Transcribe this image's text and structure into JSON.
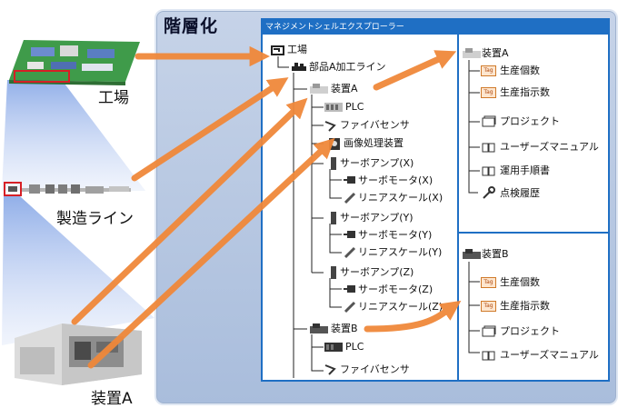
{
  "heading": "階層化",
  "explorer_title": "マネジメントシェルエクスプローラー",
  "left_labels": {
    "factory": "工場",
    "line": "製造ライン",
    "device": "装置A"
  },
  "tree": {
    "factory": "工場",
    "line": "部品A加工ライン",
    "deviceA": "装置A",
    "plc": "PLC",
    "fiber": "ファイバセンサ",
    "vision": "画像処理装置",
    "ampX": "サーボアンプ(X)",
    "motorX": "サーボモータ(X)",
    "scaleX": "リニアスケール(X)",
    "ampY": "サーボアンプ(Y)",
    "motorY": "サーボモータ(Y)",
    "scaleY": "リニアスケール(Y)",
    "ampZ": "サーボアンプ(Z)",
    "motorZ": "サーボモータ(Z)",
    "scaleZ": "リニアスケール(Z)",
    "deviceB": "装置B",
    "plcB": "PLC",
    "fiberB": "ファイバセンサ"
  },
  "detailA": {
    "title": "装置A",
    "items": [
      "生産個数",
      "生産指示数",
      "プロジェクト",
      "ユーザーズマニュアル",
      "運用手順書",
      "点検履歴"
    ]
  },
  "detailB": {
    "title": "装置B",
    "items": [
      "生産個数",
      "生産指示数",
      "プロジェクト",
      "ユーザーズマニュアル"
    ]
  },
  "tag_label": "Tag",
  "colors": {
    "accent": "#1f6fc4",
    "arrow": "#f0883a",
    "panel": "#b7c8e3"
  }
}
